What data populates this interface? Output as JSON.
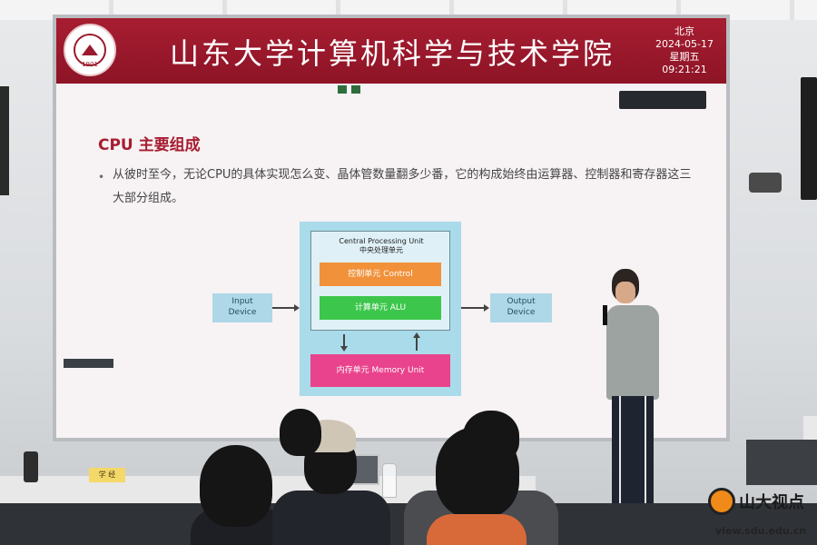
{
  "banner": {
    "title": "山东大学计算机科学与技术学院",
    "clock": {
      "city": "北京",
      "date": "2024-05-17",
      "weekday": "星期五",
      "time": "09:21:21"
    },
    "logo_year": "1901"
  },
  "slide": {
    "heading": "CPU 主要组成",
    "bullet": "从彼时至今，无论CPU的具体实现怎么变、晶体管数量翻多少番，它的构成始终由运算器、控制器和寄存器这三大部分组成。",
    "diagram": {
      "input": [
        "Input",
        "Device"
      ],
      "output": [
        "Output",
        "Device"
      ],
      "cpu_title_en": "Central Processing Unit",
      "cpu_title_zh": "中央处理单元",
      "control": "控制单元 Control",
      "alu": "计算单元 ALU",
      "memory": "内存单元 Memory Unit"
    }
  },
  "desk": {
    "name_card": "学 经"
  },
  "watermark": {
    "brand": "山大视点",
    "url": "view.sdu.edu.cn"
  },
  "colors": {
    "banner": "#a71d31",
    "heading": "#a71d31",
    "control": "#f1913a",
    "alu": "#3dc64c",
    "memory": "#e9438d",
    "io_box": "#aed8e7",
    "cpu_box": "#a9dbea"
  }
}
